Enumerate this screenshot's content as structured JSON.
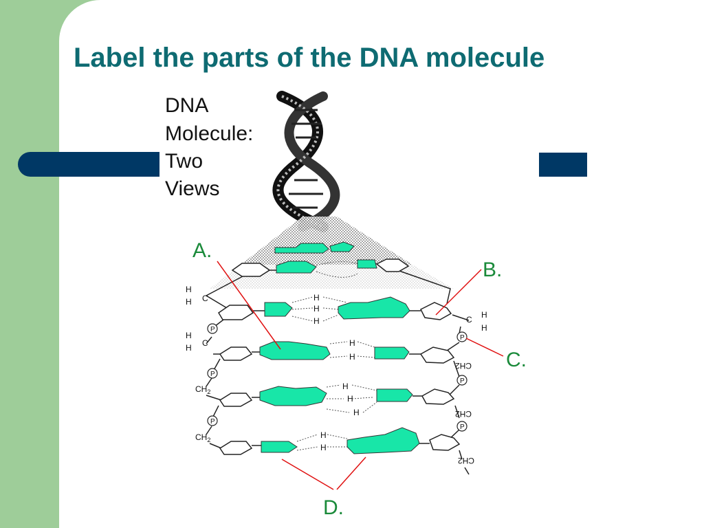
{
  "slide": {
    "title": "Label the parts of the DNA molecule"
  },
  "figure": {
    "caption_lines": [
      "DNA",
      "Molecule:",
      "Two",
      "Views"
    ],
    "labels": {
      "a": "A.",
      "b": "B.",
      "c": "C.",
      "d": "D."
    },
    "atoms": {
      "h": "H",
      "c": "C",
      "p": "P",
      "ch2": "CH2",
      "ch2_sub": "2",
      "ch_base": "CH"
    }
  },
  "colors": {
    "title": "#0e6b72",
    "green_panel": "#9ecd99",
    "navy_bar": "#003865",
    "label_green": "#1a8a3a",
    "pointer_red": "#e01010",
    "base_fill": "#18e6a8"
  }
}
